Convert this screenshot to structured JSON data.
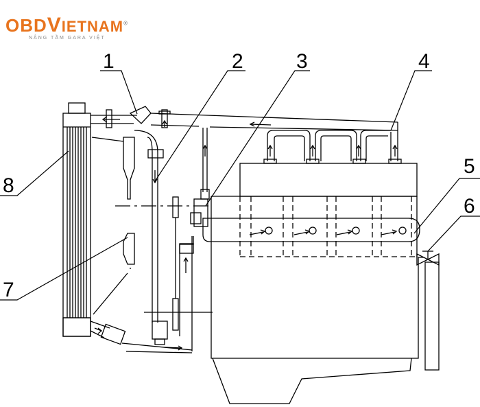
{
  "logo": {
    "brand_part1": "OBD",
    "brand_part2": "V",
    "brand_part3": "IETNAM",
    "registered": "®",
    "tagline": "NÂNG TẦM GARA VIỆT",
    "color": "#e8741e"
  },
  "labels": [
    "1",
    "2",
    "3",
    "4",
    "5",
    "6",
    "7",
    "8"
  ]
}
